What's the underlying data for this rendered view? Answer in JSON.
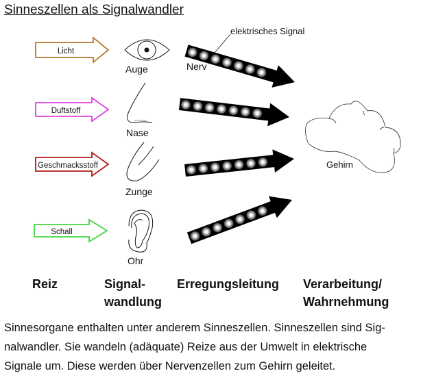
{
  "title": "Sinneszellen als Signalwandler",
  "diagram": {
    "stimuli": [
      {
        "label": "Licht",
        "color": "#b8782a"
      },
      {
        "label": "Duftstoff",
        "color": "#e040e0"
      },
      {
        "label": "Geschmacksstoff",
        "color": "#b01818"
      },
      {
        "label": "Schall",
        "color": "#3ed83e"
      }
    ],
    "organs": [
      {
        "label": "Auge",
        "icon": "eye-icon"
      },
      {
        "label": "Nase",
        "icon": "nose-icon"
      },
      {
        "label": "Zunge",
        "icon": "tongue-icon"
      },
      {
        "label": "Ohr",
        "icon": "ear-icon"
      }
    ],
    "nerve_label": "Nerv",
    "signal_label": "elektrisches Signal",
    "brain_label": "Gehirn"
  },
  "stages": {
    "reiz": "Reiz",
    "signalwandlung_1": "Signal-",
    "signalwandlung_2": "wandlung",
    "erregungsleitung": "Erregungsleitung",
    "verarbeitung_1": "Verarbeitung/",
    "verarbeitung_2": "Wahrnehmung"
  },
  "body_lines": [
    "Sinnesorgane enthalten unter anderem Sinneszellen. Sinneszellen sind Sig-",
    "nalwandler. Sie wandeln (adäquate) Reize aus der Umwelt in elektrische",
    "Signale um. Diese werden über Nervenzellen zum Gehirn geleitet."
  ]
}
